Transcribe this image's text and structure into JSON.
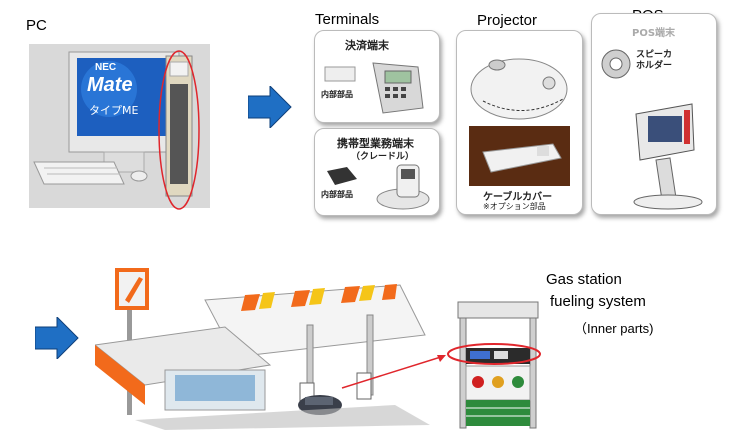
{
  "pc": {
    "label": "PC",
    "monitor_brand": "NEC",
    "monitor_model": "Mate",
    "monitor_type": "タイプME"
  },
  "terminals": {
    "label": "Terminals",
    "panel1_title": "決済端末",
    "panel1_sub": "内部部品",
    "panel2_title": "携帯型業務端末",
    "panel2_subtitle": "（クレードル）",
    "panel2_sub": "内部部品"
  },
  "projector": {
    "label": "Projector",
    "caption": "ケーブルカバー",
    "note": "※オプション部品"
  },
  "pos": {
    "label": "POS",
    "header_partial": "POS端末",
    "speaker_holder": "スピーカ\nホルダー"
  },
  "gas_station": {
    "label_line1": "Gas station",
    "label_line2": "fueling system",
    "sub": "（Inner parts)"
  },
  "colors": {
    "arrow_blue": "#1f6fc4",
    "highlight_red": "#e0262c",
    "stripe_orange": "#f26a1b",
    "stripe_yellow": "#f5c518",
    "pump_green": "#2e8b3c"
  }
}
